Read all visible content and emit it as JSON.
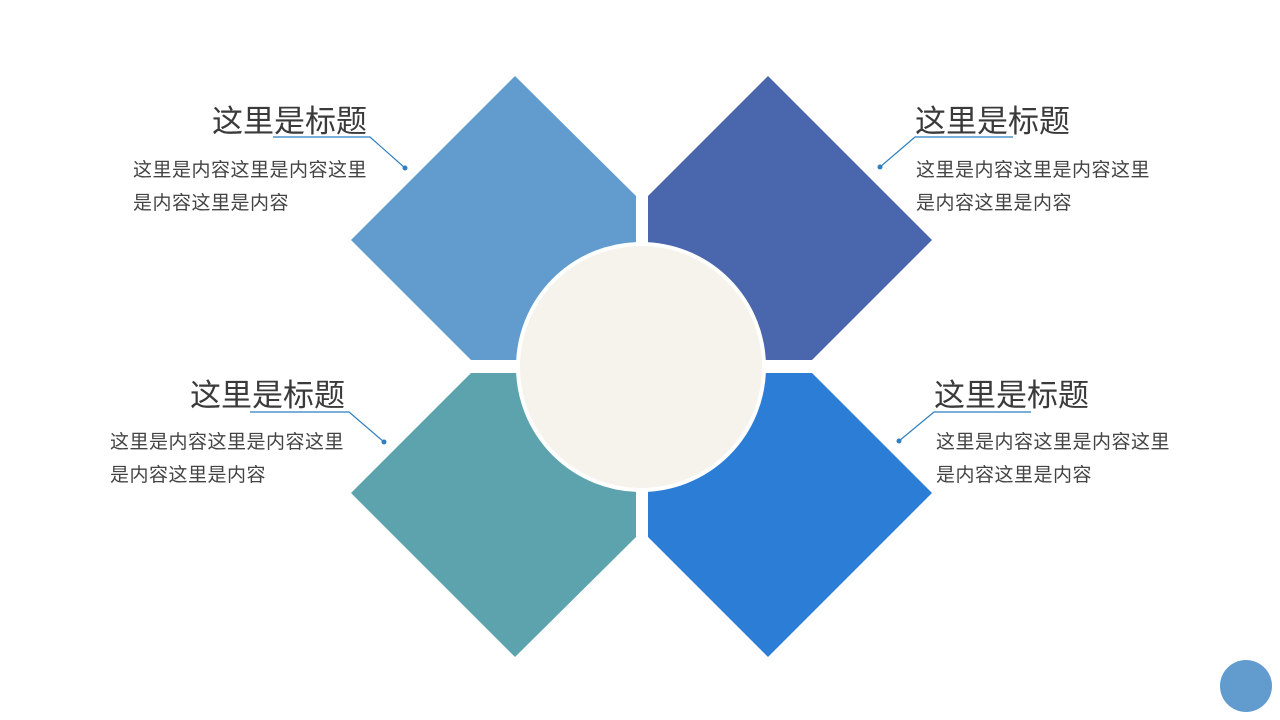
{
  "colors": {
    "top_left": "#629cce",
    "top_right": "#4a66ad",
    "bottom_left": "#5ca3ae",
    "bottom_right": "#2c7dd6",
    "center": "#f6f3ec",
    "connector": "#2f7fc1",
    "corner_dot": "#629cce"
  },
  "blocks": [
    {
      "title": "这里是标题",
      "body": "这里是内容这里是内容这里是内容这里是内容"
    },
    {
      "title": "这里是标题",
      "body": "这里是内容这里是内容这里是内容这里是内容"
    },
    {
      "title": "这里是标题",
      "body": "这里是内容这里是内容这里是内容这里是内容"
    },
    {
      "title": "这里是标题",
      "body": "这里是内容这里是内容这里是内容这里是内容"
    }
  ]
}
